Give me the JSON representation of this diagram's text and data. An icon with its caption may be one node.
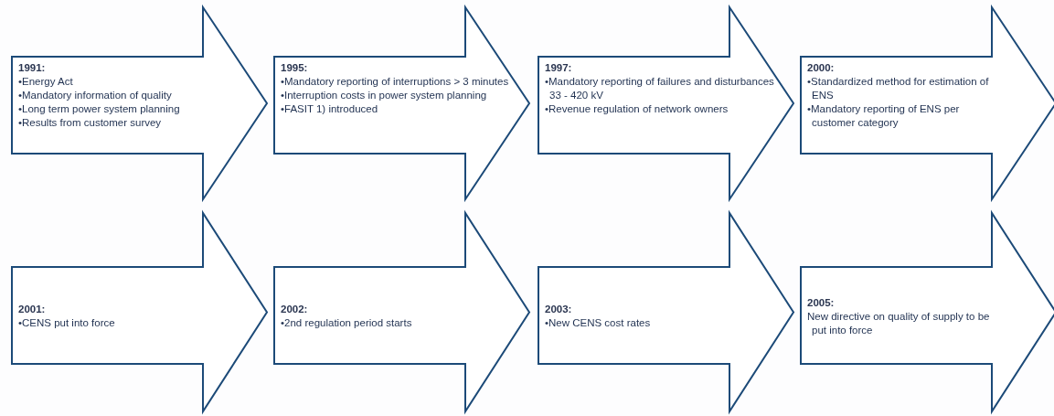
{
  "diagram": {
    "nodes": [
      {
        "text": [
          "1991:",
          "•Energy Act",
          "•Mandatory information of quality",
          "•Long term power system planning",
          "•Results from customer survey"
        ]
      },
      {
        "text": [
          "1995:",
          "•Mandatory reporting of interruptions > 3 minutes",
          "•Interruption costs in power system planning",
          "•FASIT 1) introduced"
        ]
      },
      {
        "text": [
          "1997:",
          "•Mandatory reporting of failures and disturbances 33 - 420 kV",
          "•Revenue regulation of network owners"
        ]
      },
      {
        "text": [
          "2000:",
          "•Standardized method for estimation of ENS",
          "•Mandatory reporting of ENS per customer category"
        ]
      },
      {
        "text": [
          "2001:",
          "•CENS put into force"
        ]
      },
      {
        "text": [
          "2002:",
          "•2nd regulation period starts"
        ]
      },
      {
        "text": [
          "2003:",
          "•New CENS cost rates"
        ]
      },
      {
        "text": [
          "2005:",
          "New directive on quality of supply to be put into force"
        ]
      }
    ]
  }
}
